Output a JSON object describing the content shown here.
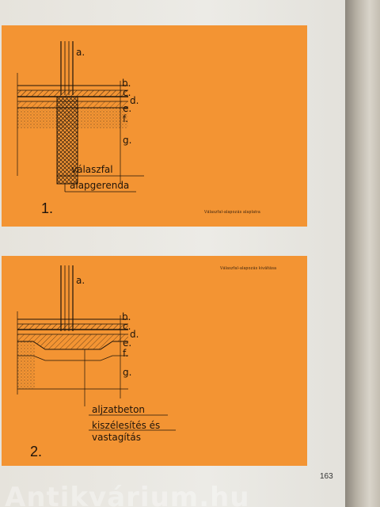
{
  "page": {
    "page_number": "163",
    "watermark": "Antikvárium.hu"
  },
  "colors": {
    "panel": "#f39433",
    "ink": "#1f140a"
  },
  "figure1": {
    "number": "1.",
    "caption": "Válaszfal-alapozás alaplatra",
    "layer_labels": [
      "a.",
      "b.",
      "c.",
      "d.",
      "e.",
      "f.",
      "g."
    ],
    "annotations": [
      "válaszfal",
      "alapgerenda"
    ]
  },
  "figure2": {
    "number": "2.",
    "caption": "Válaszfal-alapozás kiváltása",
    "layer_labels": [
      "a.",
      "b.",
      "c.",
      "d.",
      "e.",
      "f.",
      "g."
    ],
    "annotations": [
      "aljzatbeton",
      "kiszélesítés és",
      "vastagítás"
    ]
  }
}
